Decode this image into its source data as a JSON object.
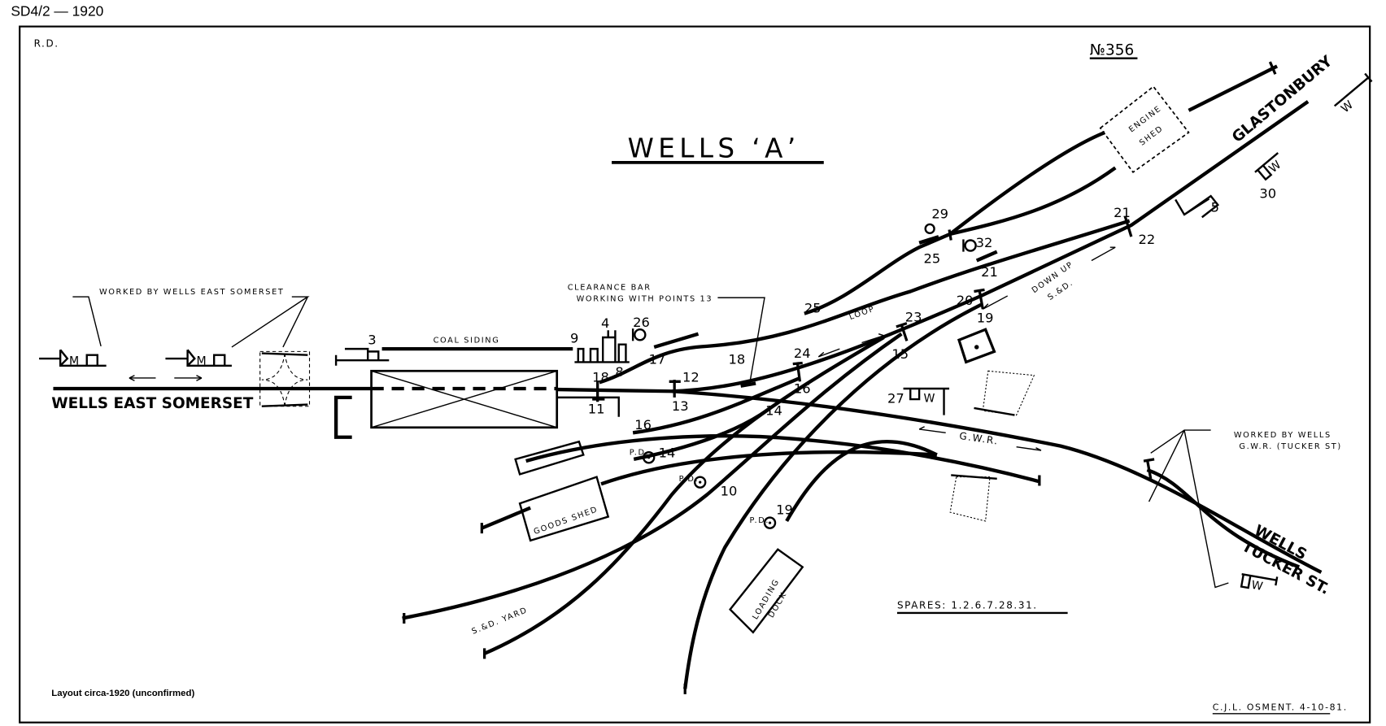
{
  "header": {
    "reference": "SD4/2 — 1920"
  },
  "diagram": {
    "initials": "R.D.",
    "number": "№356",
    "title": "WELLS ‘A’",
    "note": "Layout circa-1920 (unconfirmed)",
    "spares": "SPARES: 1.2.6.7.28.31.",
    "credit": "C.J.L. OSMENT. 4-10-81."
  },
  "labels": {
    "worked_by_east": "WORKED BY WELLS EAST SOMERSET",
    "wells_east_somerset": "WELLS EAST SOMERSET",
    "coal_siding": "COAL SIDING",
    "clearance_bar_1": "CLEARANCE BAR",
    "clearance_bar_2": "WORKING WITH POINTS 13",
    "loop": "LOOP",
    "down_up": "DOWN UP",
    "sd": "S.&D.",
    "gwr": "G.W.R.",
    "glastonbury": "GLASTONBURY",
    "engine": "ENGINE",
    "shed": "SHED",
    "goods_shed": "GOODS SHED",
    "sd_yard": "S.&D. YARD",
    "loading": "LOADING",
    "dock": "DOCK",
    "wells": "WELLS",
    "tucker_st": "TUCKER ST.",
    "worked_by_gwr_1": "WORKED BY WELLS",
    "worked_by_gwr_2": "G.W.R. (TUCKER ST)",
    "pd": "P.D."
  },
  "signal_letters": {
    "m": "M",
    "w": "W"
  },
  "levers": [
    "3",
    "9",
    "4",
    "26",
    "8",
    "17",
    "18",
    "18",
    "11",
    "12",
    "13",
    "25",
    "24",
    "16",
    "23",
    "15",
    "20",
    "19",
    "29",
    "25",
    "32",
    "21",
    "21",
    "22",
    "5",
    "30",
    "27",
    "14",
    "16",
    "14",
    "10",
    "19"
  ]
}
